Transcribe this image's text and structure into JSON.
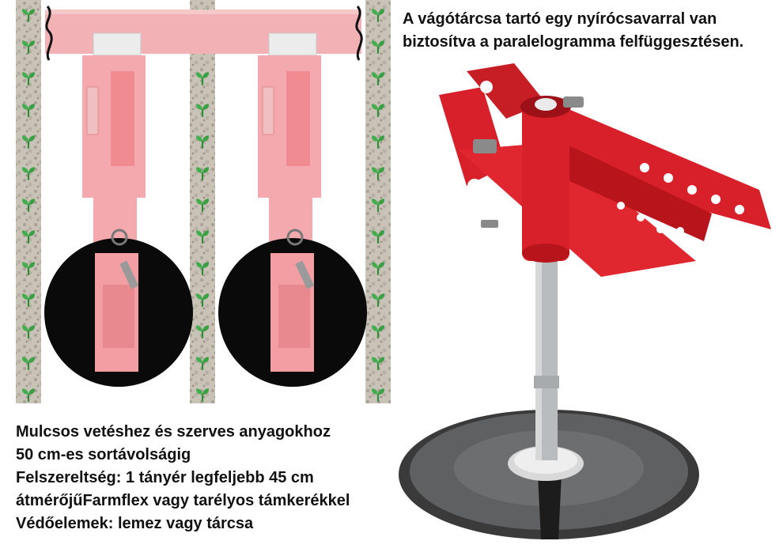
{
  "caption_top": "A vágótárcsa tartó egy nyírócsavarral van biztosítva a paralelogramma felfüggesztésen.",
  "caption_bottom_lines": [
    "Mulcsos vetéshez és szerves anyagokhoz",
    "50 cm-es sortávolságig",
    "Felszereltség: 1 tányér legfeljebb 45 cm",
    "átmérőjűFarmflex vagy tarélyos támkerékkel",
    "Védőelemek: lemez vagy tárcsa"
  ],
  "colors": {
    "frame_red": "#d8202a",
    "frame_red_faded": "#f1a4a8",
    "disc_black": "#0a0a0a",
    "shaft_grey": "#b9bcbf",
    "soil": "#cfc8bd",
    "plant_green": "#3aa244"
  },
  "icons": [
    "plant-icon",
    "coulter-disc-icon",
    "shear-bolt-icon"
  ]
}
